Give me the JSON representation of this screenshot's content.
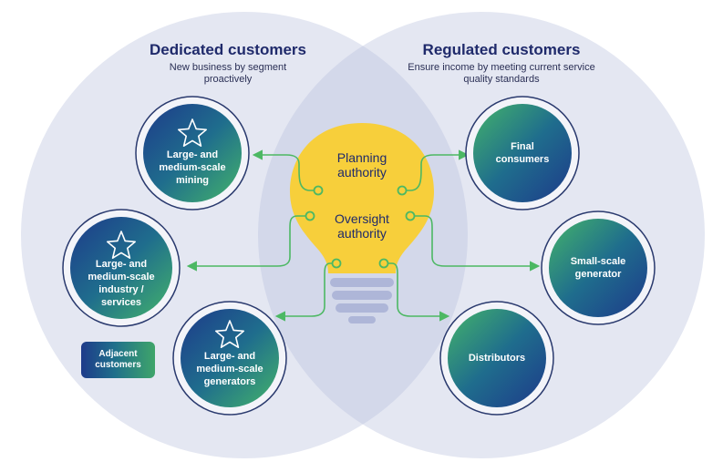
{
  "left_set": {
    "title": "Dedicated customers",
    "subtitle_line1": "New business by segment",
    "subtitle_line2": "proactively"
  },
  "right_set": {
    "title": "Regulated customers",
    "subtitle_line1": "Ensure income by meeting current service",
    "subtitle_line2": "quality standards"
  },
  "bulb": {
    "top_label_line1": "Planning",
    "top_label_line2": "authority",
    "bottom_label_line1": "Oversight",
    "bottom_label_line2": "authority"
  },
  "nodes_left": [
    {
      "line1": "Large- and",
      "line2": "medium-scale",
      "line3": "mining",
      "line4": "",
      "icon": "star-icon"
    },
    {
      "line1": "Large- and",
      "line2": "medium-scale",
      "line3": "industry /",
      "line4": "services",
      "icon": "star-icon"
    },
    {
      "line1": "Large- and",
      "line2": "medium-scale",
      "line3": "generators",
      "line4": "",
      "icon": "star-icon"
    }
  ],
  "nodes_right": [
    {
      "line1": "Final",
      "line2": "consumers"
    },
    {
      "line1": "Small-scale",
      "line2": "generator"
    },
    {
      "line1": "Distributors",
      "line2": ""
    }
  ],
  "badge": {
    "line1": "Adjacent",
    "line2": "customers"
  },
  "colors": {
    "venn_fill": "#e4e7f2",
    "venn_overlap": "#d3d8ea",
    "bulb_yellow": "#f7cf3b",
    "bulb_base": "#aeb6d8",
    "connector_green": "#4cb863",
    "node_dark_blue": "#1e3a8a",
    "node_green": "#3fae68",
    "title_navy": "#1f2a6b"
  }
}
